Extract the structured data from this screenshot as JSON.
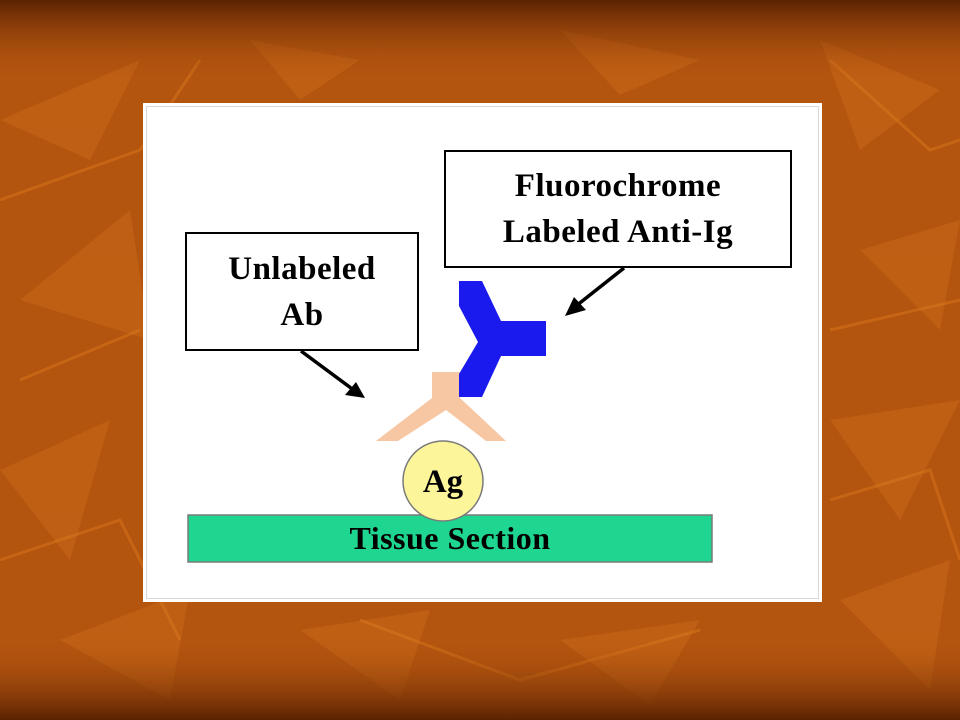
{
  "slide": {
    "background_color": "#b3540f",
    "accent_color": "#d9781c",
    "top_bar_color": "#6a2a04"
  },
  "diagram": {
    "unlabeled_ab_label": [
      "Unlabeled",
      "Ab"
    ],
    "fluorochrome_label": [
      "Fluorochrome",
      "Labeled Anti-Ig"
    ],
    "antigen_label": "Ag",
    "tissue_label": "Tissue Section",
    "colors": {
      "tissue": "#1ed68f",
      "antigen": "#fcf59a",
      "unlabeled_antibody": "#f7c7a3",
      "labeled_antibody": "#1a1aee",
      "arrow": "#000000"
    }
  }
}
